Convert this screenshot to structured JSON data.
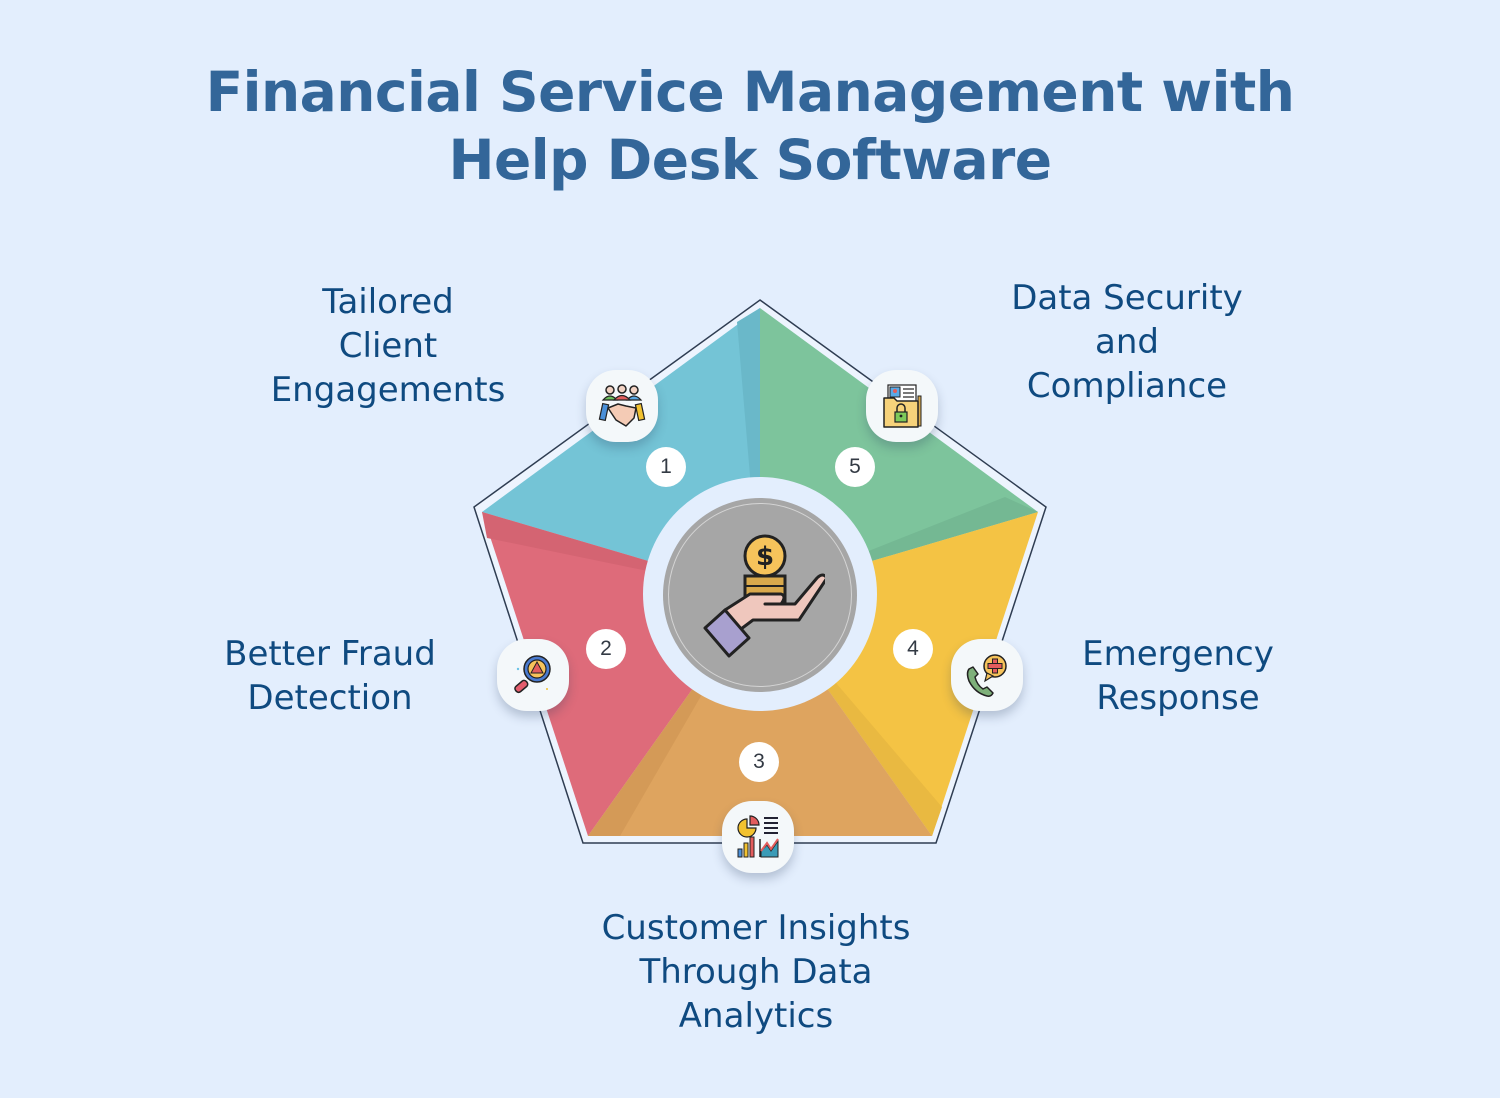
{
  "title": {
    "line1": "Financial Service Management with",
    "line2": "Help Desk Software"
  },
  "center": {
    "icon": "hand-holding-coins-icon"
  },
  "colors": {
    "background": "#e3eefd",
    "title": "#336699",
    "label": "#0f4a80",
    "segment_1": "#74c4d6",
    "segment_2": "#de6b7a",
    "segment_3": "#dea45f",
    "segment_4": "#f4c344",
    "segment_5": "#7dc49c",
    "center_disc": "#a6a6a6"
  },
  "items": [
    {
      "number": "1",
      "icon": "handshake-team-icon",
      "label_lines": [
        "Tailored",
        "Client",
        "Engagements"
      ]
    },
    {
      "number": "2",
      "icon": "magnifier-alert-icon",
      "label_lines": [
        "Better Fraud",
        "Detection"
      ]
    },
    {
      "number": "3",
      "icon": "analytics-charts-icon",
      "label_lines": [
        "Customer Insights",
        "Through Data",
        "Analytics"
      ]
    },
    {
      "number": "4",
      "icon": "phone-emergency-icon",
      "label_lines": [
        "Emergency",
        "Response"
      ]
    },
    {
      "number": "5",
      "icon": "locked-folder-icon",
      "label_lines": [
        "Data Security",
        "and",
        "Compliance"
      ]
    }
  ]
}
